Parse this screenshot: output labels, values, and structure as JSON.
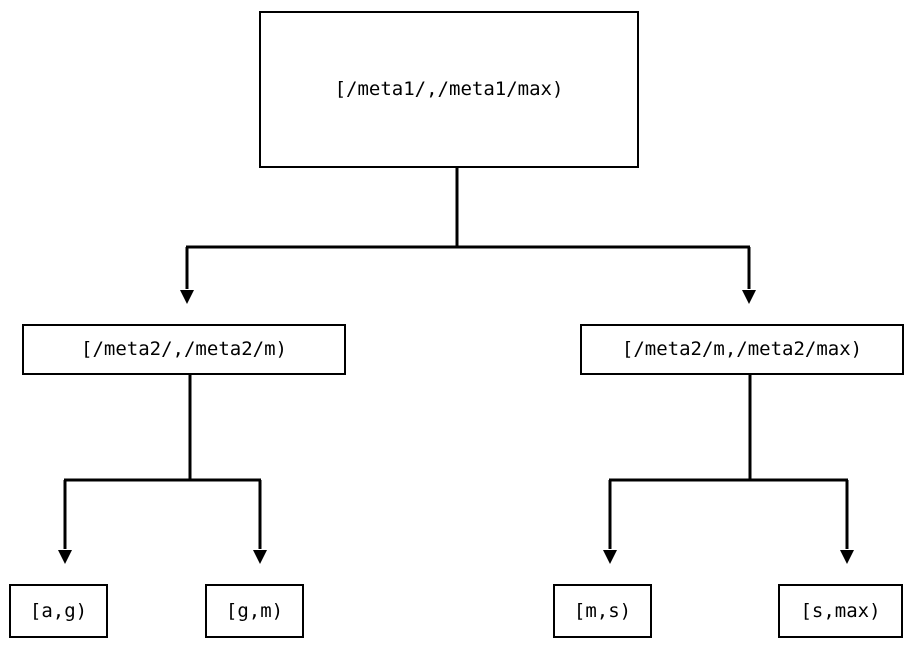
{
  "diagram": {
    "type": "tree",
    "title": "",
    "background_color": "#ffffff",
    "stroke_color": "#000000",
    "text_color": "#000000",
    "nodes": {
      "root": {
        "label": "[/meta1/,/meta1/max)"
      },
      "mid_left": {
        "label": "[/meta2/,/meta2/m)"
      },
      "mid_right": {
        "label": "[/meta2/m,/meta2/max)"
      },
      "leaf_1": {
        "label": "[a,g)"
      },
      "leaf_2": {
        "label": "[g,m)"
      },
      "leaf_3": {
        "label": "[m,s)"
      },
      "leaf_4": {
        "label": "[s,max)"
      }
    },
    "edges": [
      {
        "from": "root",
        "to": "mid_left",
        "arrow": "down-triangle"
      },
      {
        "from": "root",
        "to": "mid_right",
        "arrow": "down-triangle"
      },
      {
        "from": "mid_left",
        "to": "leaf_1",
        "arrow": "down-triangle"
      },
      {
        "from": "mid_left",
        "to": "leaf_2",
        "arrow": "down-triangle"
      },
      {
        "from": "mid_right",
        "to": "leaf_3",
        "arrow": "down-triangle"
      },
      {
        "from": "mid_right",
        "to": "leaf_4",
        "arrow": "down-triangle"
      }
    ]
  }
}
